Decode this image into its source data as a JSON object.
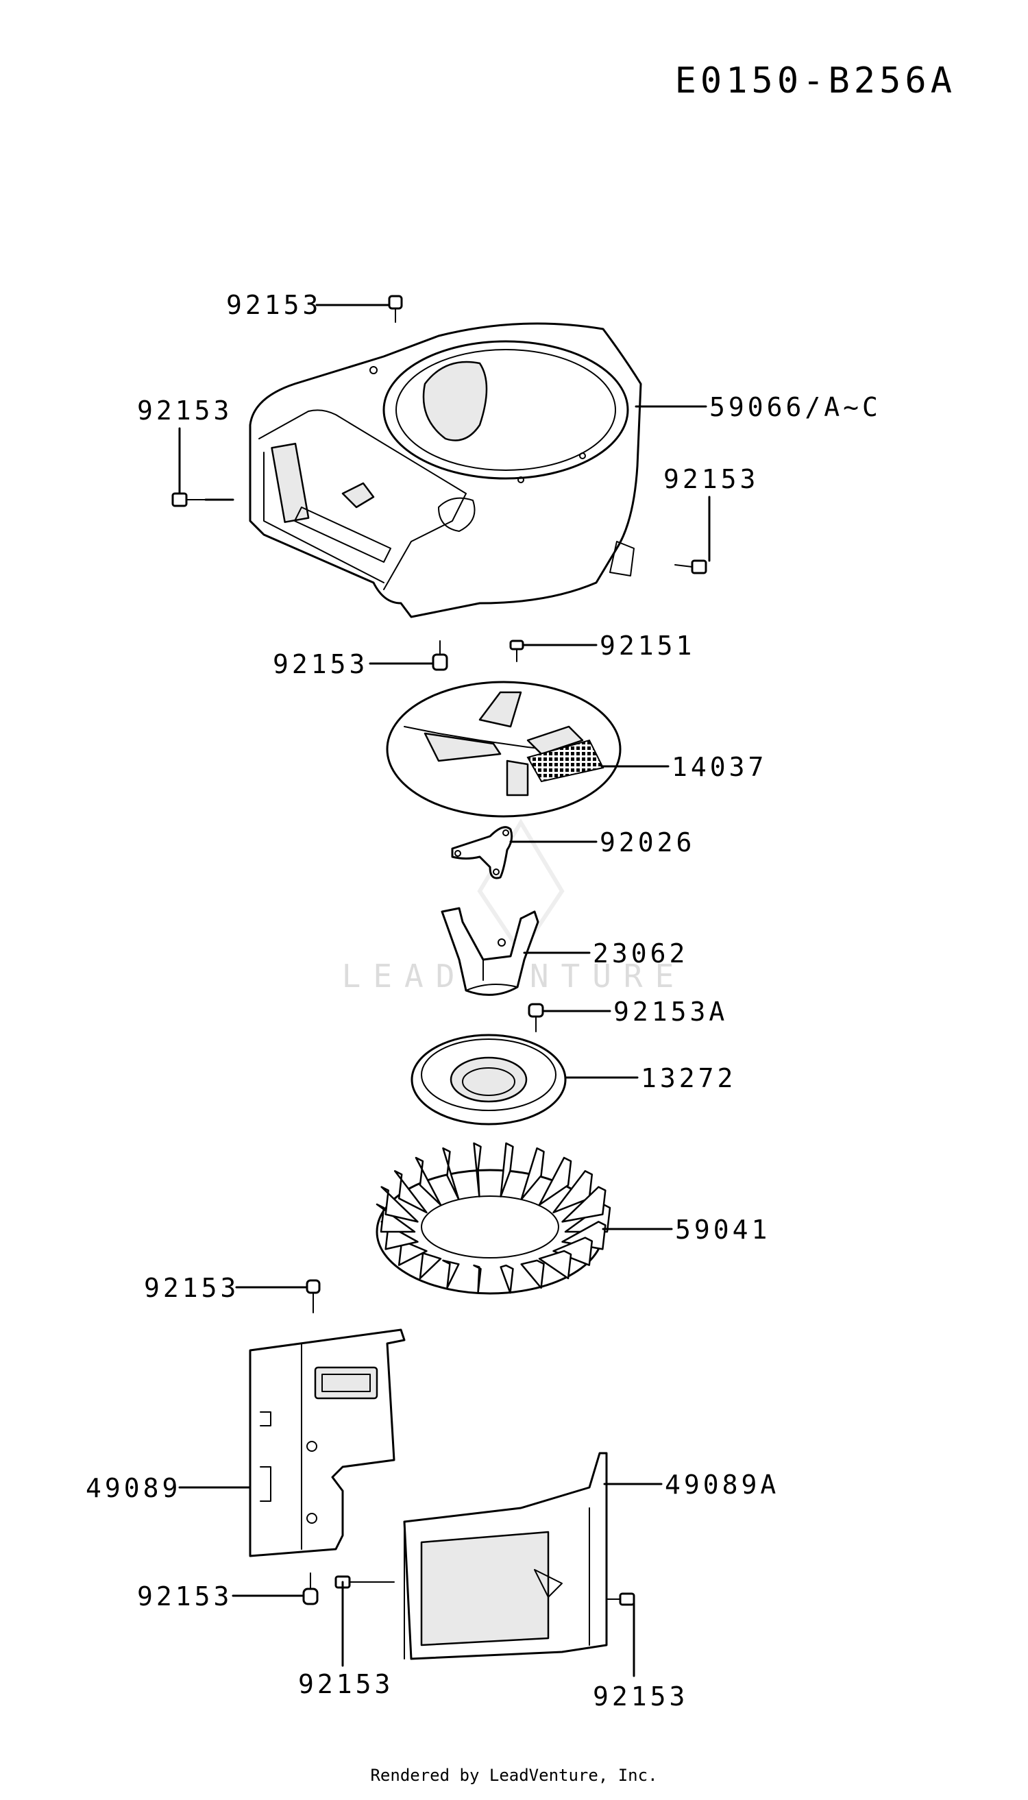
{
  "diagram": {
    "code": "E0150-B256A",
    "footer": "Rendered by LeadVenture, Inc.",
    "watermark": "LEADVENTURE",
    "labels": {
      "bolt_top": "92153",
      "bolt_housing_left": "92153",
      "housing": "59066/A~C",
      "bolt_housing_right": "92153",
      "bolt_housing_bottom": "92153",
      "screw_screen": "92151",
      "screen": "14037",
      "plate_small": "92026",
      "cup": "23062",
      "bolt_pulley": "92153A",
      "pulley": "13272",
      "fan": "59041",
      "bolt_left_cover_top": "92153",
      "left_cover": "49089",
      "right_cover": "49089A",
      "bolt_left_cover_bottom": "92153",
      "bolt_right_cover_left": "92153",
      "bolt_right_cover_right": "92153"
    }
  }
}
